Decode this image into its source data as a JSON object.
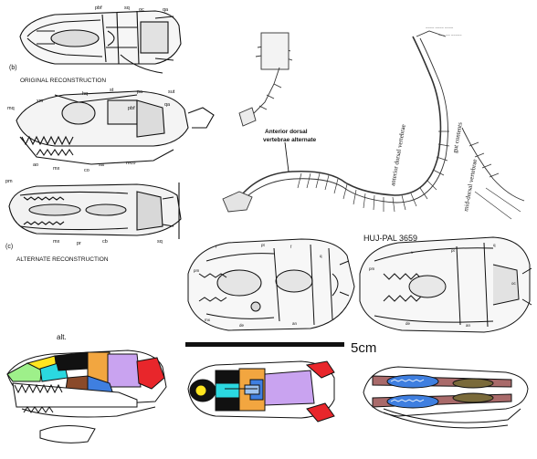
{
  "panels": {
    "original_caption": "ORIGINAL RECONSTRUCTION",
    "alternate_caption": "ALTERNATE RECONSTRUCTION",
    "label_b": "(b)",
    "label_c": "(c)",
    "ann_anterior": "Anterior dorsal",
    "ann_alternate": "vertebrae alternate",
    "ann_anterior_rot": "anterior dorsal vertebrae",
    "ann_gut": "gut contents",
    "ann_mid": "mid-dorsal vertebrae",
    "specimen": "HUJ-PAL 3659",
    "scale_label": "5cm",
    "alt_label": "alt."
  },
  "bone_labels": [
    "pbf",
    "sq",
    "oc",
    "qa",
    "hq",
    "st",
    "pa",
    "pbf",
    "sut",
    "xm",
    "mq",
    "ao",
    "mx",
    "co",
    "sa",
    "mco",
    "pm",
    "pr",
    "cb",
    "sq"
  ],
  "colors": {
    "premaxilla": "#9ef08a",
    "nasal": "#2bd8e0",
    "frontal": "#f2a640",
    "parietal": "#c9a3f0",
    "quadrate": "#e8262b",
    "prefrontal": "#ffe51f",
    "postorbital": "#3f7fe0",
    "jugal": "#8a4a2a",
    "maxilla": "#6f3a25",
    "palatine": "#9ec3ef",
    "ectopterygoid": "#7a6a3a",
    "pterygoid": "#a96a6a",
    "black": "#111111",
    "background": "#ffffff"
  }
}
